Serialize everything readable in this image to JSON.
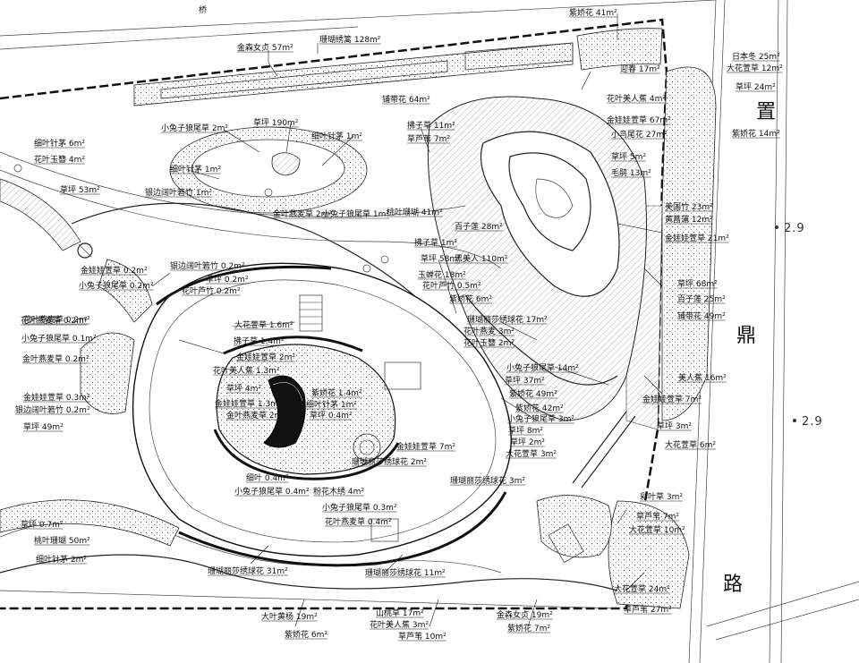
{
  "title_top": "桥",
  "road_text": [
    "置",
    "鼎",
    "路"
  ],
  "elevations": [
    "2.9",
    "2.9"
  ],
  "labels": [
    "金森女贞 57m²",
    "珊瑚绣篱 128m²",
    "紫娇花 41m²",
    "迎春 17m²",
    "日本冬 25m²",
    "大花萱草 12m²",
    "草坪 24m²",
    "紫娇花 14m²",
    "铺带花 64m²",
    "花叶美人蕉 4m²",
    "金娃娃萱草 67m²",
    "小鸟尾花 27m²",
    "草坪 5m²",
    "毛鹃 13m²",
    "小兔子狼尾草 2m²",
    "草坪 190m²",
    "细叶针茅 1m²",
    "拂子草 11m²",
    "草芦苇 7m²",
    "细叶针茅 6m²",
    "花叶玉簪 4m²",
    "细叶针茅 1m²",
    "草坪 53m²",
    "银边阔叶箬竹 1m²",
    "金叶燕麦草 2m²",
    "小兔子狼尾草 1m²",
    "桃叶珊瑚 41m²",
    "百子莲 28m²",
    "美国竹 23m²",
    "黄菖蒲 12m²",
    "金娃娃萱草 21m²",
    "拂子草 1m²",
    "草坪 58m²",
    "黑美人 110m²",
    "玉蝉花 18m²",
    "花叶芦竹 0.5m²",
    "紫娇花 6m²",
    "草坪 68m²",
    "百子莲 25m²",
    "铺带花 49m²",
    "金娃娃萱草 0.2m²",
    "小兔子狼尾草 0.2m²",
    "银边阔叶箬竹 0.2m²",
    "草坪 0.2m²",
    "花叶燕麦草 0.2m²",
    "花叶芦竹 0.2m²",
    "珊瑚丽莎绣球花 17m²",
    "花叶燕麦 3m²",
    "花叶玉簪 2m²",
    "大花萱草 1.6m²",
    "拂子草 1.4m²",
    "金娃娃萱草 2m²",
    "小兔子狼尾草 14m²",
    "草坪 37m²",
    "花叶美人蕉 1.3m²",
    "草坪 4m²",
    "金娃娃萱草 1.3m²",
    "金叶燕麦草 2m²",
    "紫娇花 1.4m²",
    "细叶针茅 1m²",
    "草坪 0.4m²",
    "花叶燕麦草 0.2m²",
    "小兔子狼尾草 0.1m²",
    "金叶燕麦草 0.2m²",
    "金娃娃萱草 0.3m²",
    "银边阔叶箬竹 0.2m²",
    "草坪 49m²",
    "金娃娃萱草 7m²",
    "珊瑚丽莎绣球花 2m²",
    "紫娇花 49m²",
    "紫娇花 42m²",
    "小兔子狼尾草 3m²",
    "草坪 8m²",
    "草坪 2m²",
    "大花萱草 3m²",
    "美人蕉 16m²",
    "金娃娃萱草 7m²",
    "草坪 3m²",
    "大花萱草 6m²",
    "珊瑚丽莎绣球花 3m²",
    "细叶 0.4m²",
    "小兔子狼尾草 0.4m²",
    "粉花木绣 4m²",
    "小兔子狼尾草 0.3m²",
    "花叶燕麦草 0.4m²",
    "草坪 0.7m²",
    "桃叶珊瑚 50m²",
    "细叶针茅 2m²",
    "珊瑚丽莎绣球花 31m²",
    "珊瑚丽莎绣球花 11m²",
    "彩叶草 3m²",
    "草芦苇 7m²",
    "大花萱草 10m²",
    "大花萱草 24m²",
    "草芦苇 27m²",
    "大叶黄杨 19m²",
    "紫娇花 6m²",
    "山桃草 17m²",
    "花叶美人蕉 3m²",
    "草芦苇 10m²",
    "金森女贞 19m²",
    "紫娇花 7m²"
  ]
}
